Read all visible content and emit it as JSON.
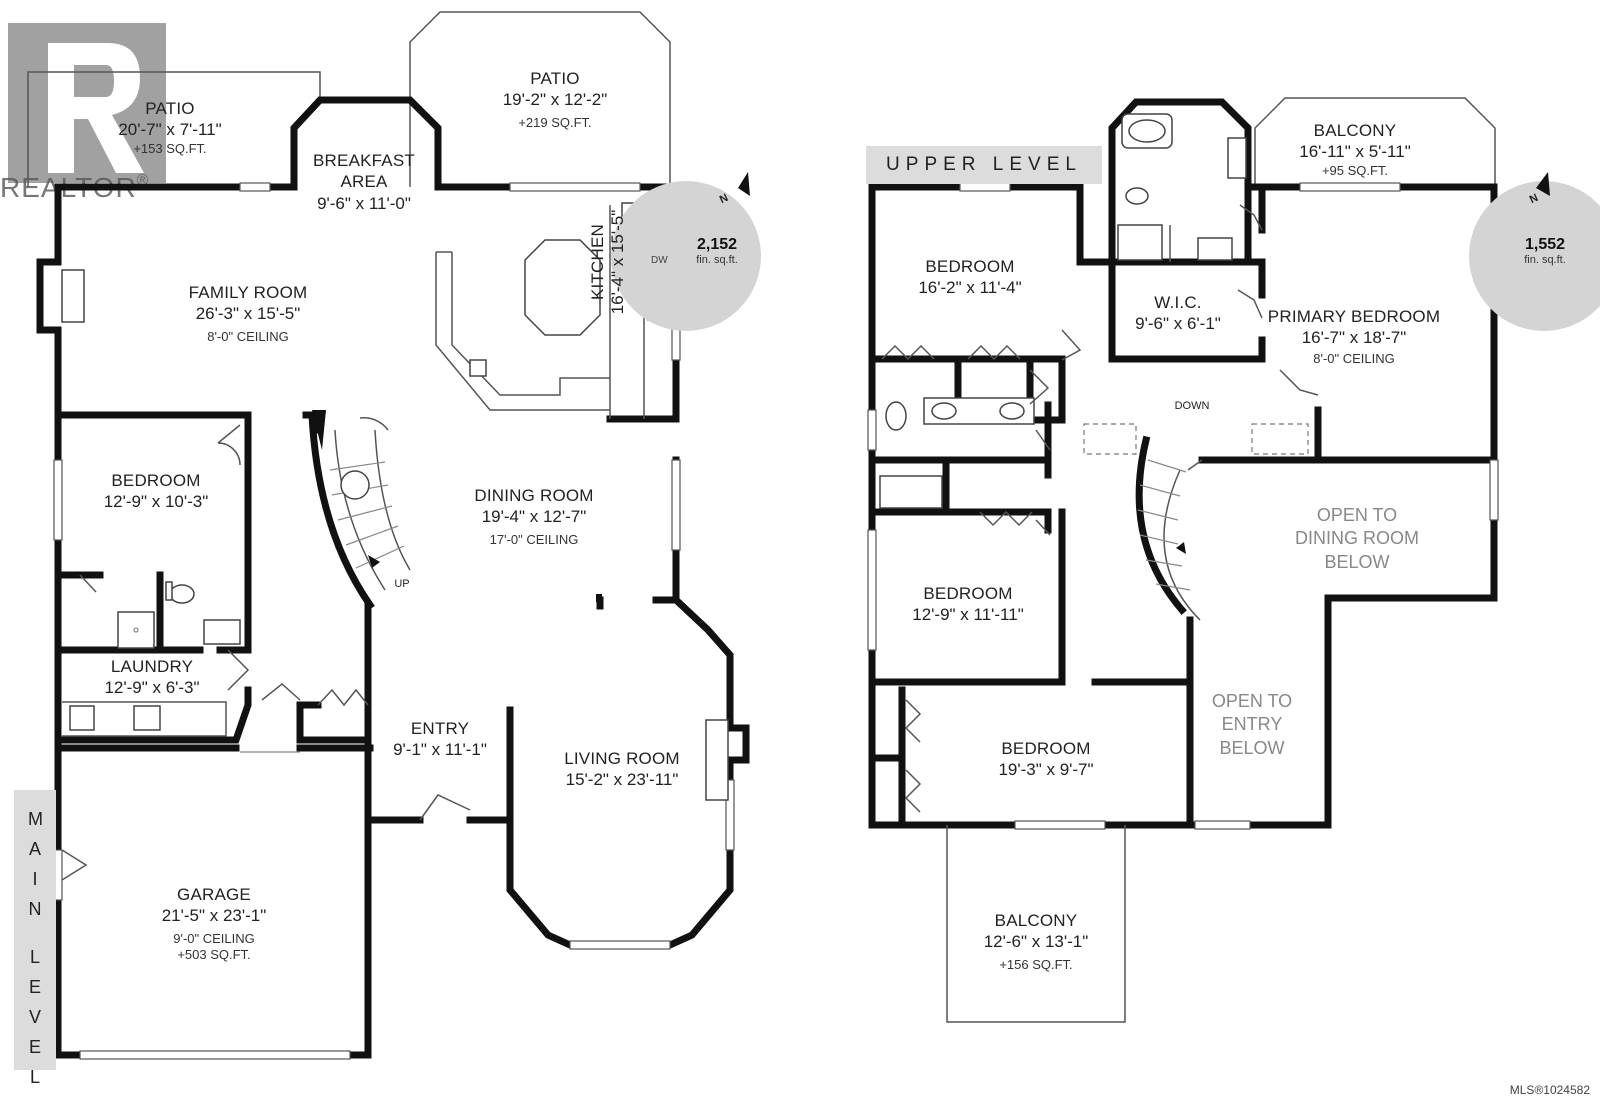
{
  "logo": {
    "text": "REALTOR",
    "mark": "®"
  },
  "levels": {
    "main": {
      "title": "MAIN LEVEL",
      "area": "2,152",
      "area_unit": "fin. sq.ft.",
      "compass": "N",
      "rooms": {
        "patio_left": {
          "name": "PATIO",
          "dims": "20'-7\" x 7'-11\"",
          "note": "+153 SQ.FT."
        },
        "patio_top": {
          "name": "PATIO",
          "dims": "19'-2\" x 12'-2\"",
          "note": "+219 SQ.FT."
        },
        "breakfast": {
          "name": "BREAKFAST",
          "name2": "AREA",
          "dims": "9'-6\" x 11'-0\""
        },
        "family": {
          "name": "FAMILY ROOM",
          "dims": "26'-3\" x 15'-5\"",
          "note": "8'-0\" CEILING"
        },
        "kitchen": {
          "name": "KITCHEN",
          "dims": "16'-4\" x 15'-5\"",
          "dw": "DW"
        },
        "bedroom": {
          "name": "BEDROOM",
          "dims": "12'-9\" x 10'-3\""
        },
        "dining": {
          "name": "DINING ROOM",
          "dims": "19'-4\" x 12'-7\"",
          "note": "17'-0\" CEILING"
        },
        "laundry": {
          "name": "LAUNDRY",
          "dims": "12'-9\" x 6'-3\""
        },
        "entry": {
          "name": "ENTRY",
          "dims": "9'-1\" x 11'-1\""
        },
        "living": {
          "name": "LIVING ROOM",
          "dims": "15'-2\" x 23'-11\""
        },
        "garage": {
          "name": "GARAGE",
          "dims": "21'-5\" x 23'-1\"",
          "note": "9'-0\" CEILING",
          "note2": "+503 SQ.FT."
        }
      },
      "stair_label": "UP"
    },
    "upper": {
      "title": "UPPER LEVEL",
      "area": "1,552",
      "area_unit": "fin. sq.ft.",
      "compass": "N",
      "rooms": {
        "balcony_top": {
          "name": "BALCONY",
          "dims": "16'-11\" x 5'-11\"",
          "note": "+95 SQ.FT."
        },
        "bedroom_a": {
          "name": "BEDROOM",
          "dims": "16'-2\" x 11'-4\""
        },
        "wic": {
          "name": "W.I.C.",
          "dims": "9'-6\" x 6'-1\""
        },
        "primary": {
          "name": "PRIMARY BEDROOM",
          "dims": "16'-7\" x 18'-7\"",
          "note": "8'-0\" CEILING"
        },
        "open_dining": {
          "l1": "OPEN TO",
          "l2": "DINING ROOM",
          "l3": "BELOW"
        },
        "bedroom_b": {
          "name": "BEDROOM",
          "dims": "12'-9\" x 11'-11\""
        },
        "open_entry": {
          "l1": "OPEN TO",
          "l2": "ENTRY",
          "l3": "BELOW"
        },
        "bedroom_c": {
          "name": "BEDROOM",
          "dims": "19'-3\" x 9'-7\""
        },
        "balcony_bot": {
          "name": "BALCONY",
          "dims": "12'-6\" x 13'-1\"",
          "note": "+156 SQ.FT."
        }
      },
      "stair_label": "DOWN"
    }
  },
  "mls": "MLS®1024582",
  "colors": {
    "wall": "#111111",
    "band": "#dcdcdc",
    "circle": "#d4d4d4",
    "gray_text": "#888888"
  }
}
